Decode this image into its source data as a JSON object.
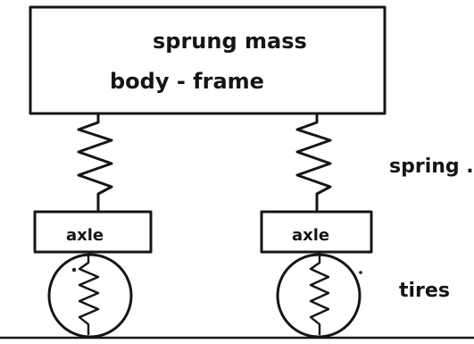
{
  "diagram": {
    "body_label": "sprung mass",
    "body_sublabel": "body - frame",
    "spring_label": "spring .",
    "tires_label": "tires",
    "left_axle_label": "axle",
    "right_axle_label": "axle"
  }
}
